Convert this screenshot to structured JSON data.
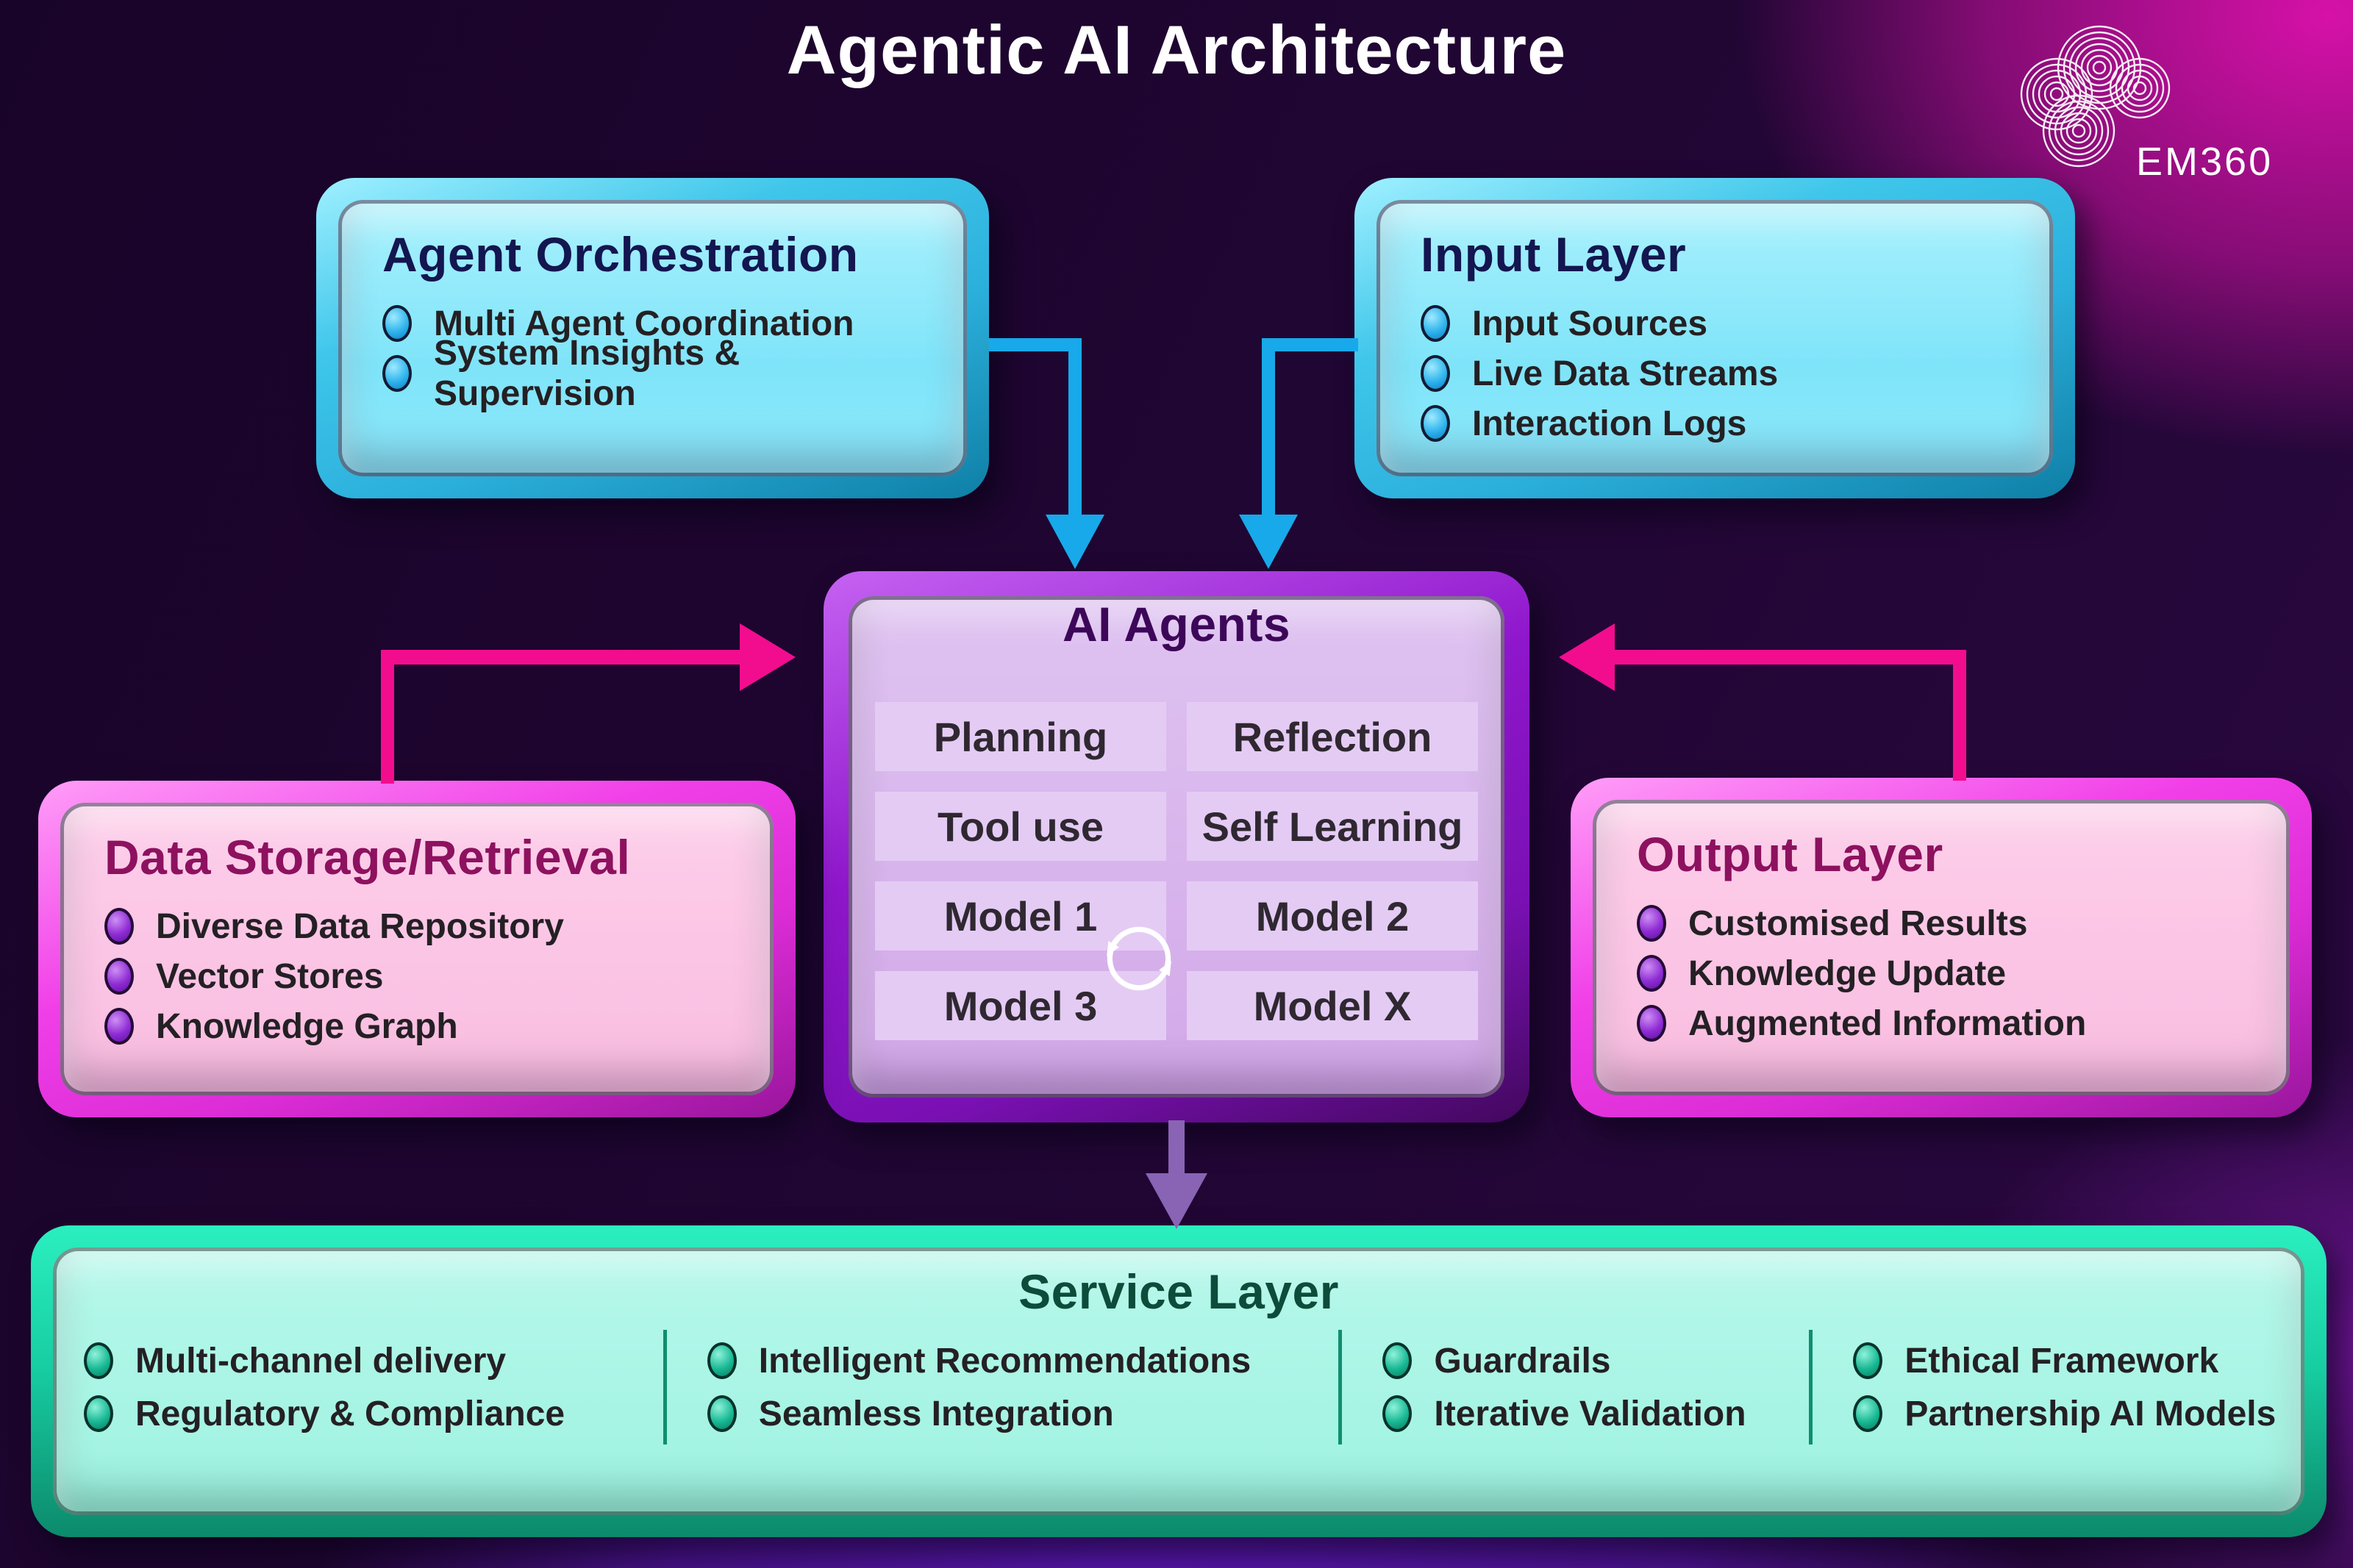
{
  "page": {
    "title": "Agentic AI Architecture"
  },
  "logo": {
    "text": "EM360"
  },
  "boxes": {
    "agent_orchestration": {
      "title": "Agent Orchestration",
      "bullets": [
        "Multi Agent Coordination",
        "System Insights & Supervision"
      ]
    },
    "input_layer": {
      "title": "Input Layer",
      "bullets": [
        "Input Sources",
        "Live Data Streams",
        "Interaction Logs"
      ]
    },
    "ai_agents": {
      "title": "AI Agents",
      "cells": [
        "Planning",
        "Reflection",
        "Tool use",
        "Self Learning",
        "Model 1",
        "Model 2",
        "Model 3",
        "Model X"
      ]
    },
    "data_storage": {
      "title": "Data Storage/Retrieval",
      "bullets": [
        "Diverse Data Repository",
        "Vector Stores",
        "Knowledge Graph"
      ]
    },
    "output_layer": {
      "title": "Output Layer",
      "bullets": [
        "Customised Results",
        "Knowledge Update",
        "Augmented Information"
      ]
    },
    "service_layer": {
      "title": "Service Layer",
      "columns": [
        {
          "bullets": [
            "Multi-channel delivery",
            "Regulatory & Compliance"
          ]
        },
        {
          "bullets": [
            "Intelligent Recommendations",
            "Seamless Integration"
          ]
        },
        {
          "bullets": [
            "Guardrails",
            "Iterative Validation"
          ]
        },
        {
          "bullets": [
            "Ethical Framework",
            "Partnership AI Models"
          ]
        }
      ]
    }
  },
  "colors": {
    "background_base": "#1D0532",
    "background_magenta_glow": "#D611A8",
    "background_violet_glow": "#5A17B2",
    "cyan_frame": "#2FB9E0",
    "cyan_panel": "#8BE7FA",
    "cyan_title": "#131650",
    "pink_frame": "#EE3BE4",
    "pink_panel": "#FAC3E3",
    "pink_title": "#8D115F",
    "purple_frame": "#8812C6",
    "purple_panel": "#D8B3EC",
    "purple_title": "#3D0759",
    "teal_frame": "#17CEA2",
    "teal_panel": "#A8F6E7",
    "teal_title": "#0D4B3B",
    "arrow_blue": "#18A9EA",
    "arrow_pink": "#F20D8E",
    "arrow_purple": "#8A64B4",
    "bullet_text": "#242024"
  }
}
